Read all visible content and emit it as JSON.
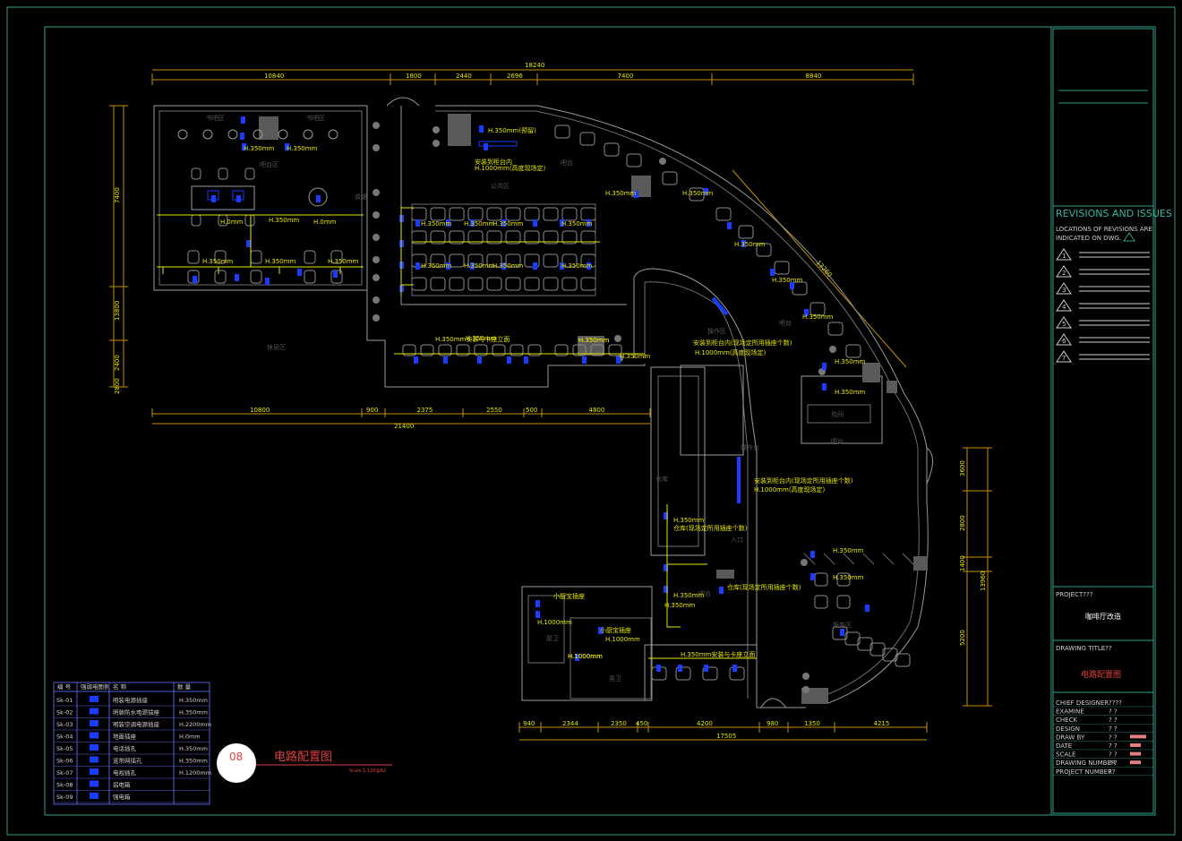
{
  "drawing": {
    "sheet_number": "08",
    "sheet_title": "电路配置图",
    "scale_text": "Scale 1:120@A2"
  },
  "dimensions": {
    "top_total": "18240",
    "top": [
      "10840",
      "1800",
      "2440",
      "2696",
      "7400",
      "8840"
    ],
    "left": [
      "7400",
      "13800",
      "2400",
      "2800"
    ],
    "middle_total": "21400",
    "middle": [
      "10800",
      "900",
      "2375",
      "2550",
      "500",
      "4800"
    ],
    "right": [
      "3600",
      "2800",
      "1400",
      "5200",
      "13960"
    ],
    "bottom_total": "17505",
    "bottom": [
      "940",
      "2344",
      "2350",
      "450",
      "4200",
      "980",
      "1350",
      "4215"
    ],
    "diagonal": "13260"
  },
  "zones": [
    "书吧区",
    "书吧区",
    "吧台区",
    "公共区",
    "收银",
    "休息区",
    "吧台",
    "操作区",
    "吧台",
    "仓库",
    "入口",
    "厨卫",
    "男卫",
    "吧台",
    "包间",
    "操作台",
    "吧台",
    "服务区"
  ],
  "annotations": [
    "H.350mm",
    "H.350mm",
    "H.350mm",
    "H.0mm",
    "H.0mm",
    "H.350mm",
    "H.350mm",
    "H.350mm",
    "H.350mm(预留)",
    "安装到柜台内",
    "H.1000mm(高度现场定)",
    "H.350mm",
    "H.350mm",
    "H.350mm",
    "H.350mm",
    "H.350mm",
    "H.350mm",
    "H.350mm",
    "H.350mm",
    "H.350mm",
    "H.350mm",
    "H.350mm",
    "H.350mm",
    "H.350mm",
    "H.350mm",
    "H.350mm",
    "H.350mm",
    "H.350mm",
    "H.350mm安装与卡座立面",
    "H.350mm",
    "H.350mm",
    "安装到柜台内(现场定所用插座个数)",
    "H.1000mm(高度现场定)",
    "安装到柜台内(现场定所用插座个数)",
    "H.1000mm(高度现场定)",
    "H.350mm",
    "仓库(现场定所用插座个数)",
    "H.350mm",
    "H.350mm",
    "仓库(现场定所用插座个数)",
    "小厨宝插座",
    "H.1000mm",
    "H.1000mm",
    "小厨宝插座",
    "H.1000mm",
    "H.1000mm",
    "H.350mm安装与卡座立面",
    "H.350mm",
    "H.350mm"
  ],
  "legend": {
    "headers": [
      "编 号",
      "强弱电图例",
      "名  称",
      "数  量"
    ],
    "rows": [
      {
        "code": "Sk-01",
        "name": "明装电源插座",
        "qty": "H.350mm"
      },
      {
        "code": "Sk-02",
        "name": "明装防水电源插座",
        "qty": "H.350mm"
      },
      {
        "code": "Sk-03",
        "name": "明装空调电源插座",
        "qty": "H.2200mm"
      },
      {
        "code": "Sk-04",
        "name": "地面插座",
        "qty": "H.0mm"
      },
      {
        "code": "Sk-05",
        "name": "电话插孔",
        "qty": "H.350mm"
      },
      {
        "code": "Sk-06",
        "name": "宽带网插孔",
        "qty": "H.350mm"
      },
      {
        "code": "Sk-07",
        "name": "电视插孔",
        "qty": "H.1200mm"
      },
      {
        "code": "Sk-08",
        "name": "弱电箱",
        "qty": ""
      },
      {
        "code": "Sk-09",
        "name": "强电箱",
        "qty": ""
      }
    ]
  },
  "title_block": {
    "revisions_title": "REVISIONS AND ISSUES",
    "revisions_note_1": "LOCATIONS OF REVISIONS ARE",
    "revisions_note_2": "INDICATED ON DWG.",
    "revision_marks": [
      "1",
      "2",
      "3",
      "4",
      "5",
      "6",
      "7"
    ],
    "project_label": "PROJECT???",
    "project_value": "咖啡厅改造",
    "drawing_label": "DRAWING  TITLE??",
    "drawing_value": "电路配置图",
    "fields": [
      {
        "label": "CHIEF DESIGNER",
        "value": "????"
      },
      {
        "label": "EXAMINE",
        "value": "?   ?"
      },
      {
        "label": "CHECK",
        "value": "?   ?"
      },
      {
        "label": "DESIGN",
        "value": "?   ?"
      },
      {
        "label": "DRAW BY",
        "value": "?   ?"
      },
      {
        "label": "DATE",
        "value": "?   ?"
      },
      {
        "label": "SCALE",
        "value": "?   ?"
      },
      {
        "label": "DRAWING NUMBER",
        "value": "?   ?"
      },
      {
        "label": "PROJECT NUMBER",
        "value": "??"
      }
    ]
  },
  "colors": {
    "background": "#000000",
    "frame": "#2f9f8a",
    "dimension": "#c89000",
    "annotation": "#e6e600",
    "socket": "#1a3cff",
    "wall": "#9a9a9a",
    "accent_red": "#e04040"
  }
}
